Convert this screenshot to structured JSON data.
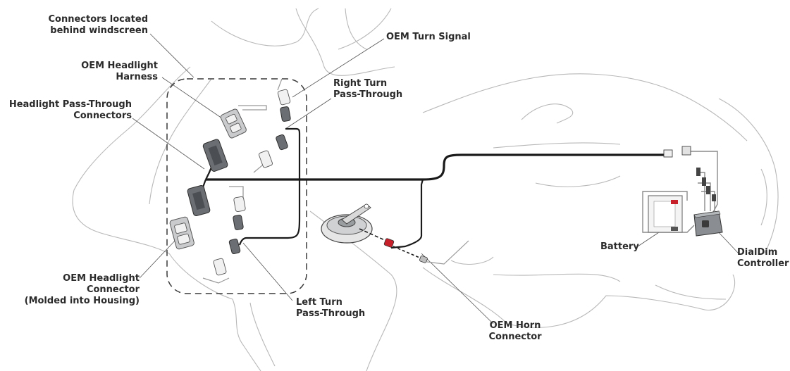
{
  "labels": {
    "connectors_behind_windscreen": {
      "line1": "Connectors located",
      "line2": "behind windscreen"
    },
    "oem_turn_signal": "OEM Turn Signal",
    "oem_headlight_harness": {
      "line1": "OEM Headlight",
      "line2": "Harness"
    },
    "right_turn_pass_through": {
      "line1": "Right Turn",
      "line2": "Pass-Through"
    },
    "headlight_pass_through": {
      "line1": "Headlight Pass-Through",
      "line2": "Connectors"
    },
    "battery": "Battery",
    "dialdim_controller": {
      "line1": "DialDim",
      "line2": "Controller"
    },
    "oem_headlight_connector": {
      "line1": "OEM Headlight",
      "line2": "Connector",
      "line3": "(Molded into Housing)"
    },
    "left_turn_pass_through": {
      "line1": "Left Turn",
      "line2": "Pass-Through"
    },
    "oem_horn_connector": {
      "line1": "OEM Horn",
      "line2": "Connector"
    }
  },
  "colors": {
    "text": "#2b2b2b",
    "wire": "#1a1a1a",
    "outline": "#b8b8b8",
    "connector_dark": "#6b6e72",
    "accent_red": "#c8202a"
  }
}
